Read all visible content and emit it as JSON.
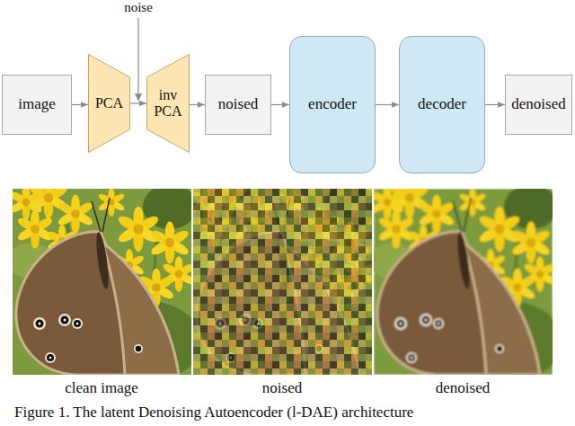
{
  "diagram": {
    "caption": "Figure 1. The latent Denoising Autoencoder (l-DAE) architecture",
    "nodes": [
      {
        "text": [
          "image"
        ]
      },
      {
        "text": [
          "PCA"
        ]
      },
      {
        "text": [
          "inv PCA"
        ]
      },
      {
        "text": [
          "noised"
        ]
      },
      {
        "text": [
          "encoder"
        ]
      },
      {
        "text": [
          "decoder"
        ]
      },
      {
        "text": [
          "denoised"
        ]
      }
    ],
    "edges": [
      {
        "from": 0,
        "to": 1,
        "arrow": "to"
      },
      {
        "from": 1,
        "to": 2,
        "arrow": "to"
      },
      {
        "from": 2,
        "to": 3,
        "arrow": "to"
      },
      {
        "from": 3,
        "to": 4,
        "arrow": "to"
      },
      {
        "from": 4,
        "to": 5,
        "arrow": "to"
      },
      {
        "from": 5,
        "to": 6,
        "arrow": "to"
      }
    ],
    "labels": [
      "noise",
      "clean image",
      "noised",
      "denoised"
    ]
  }
}
